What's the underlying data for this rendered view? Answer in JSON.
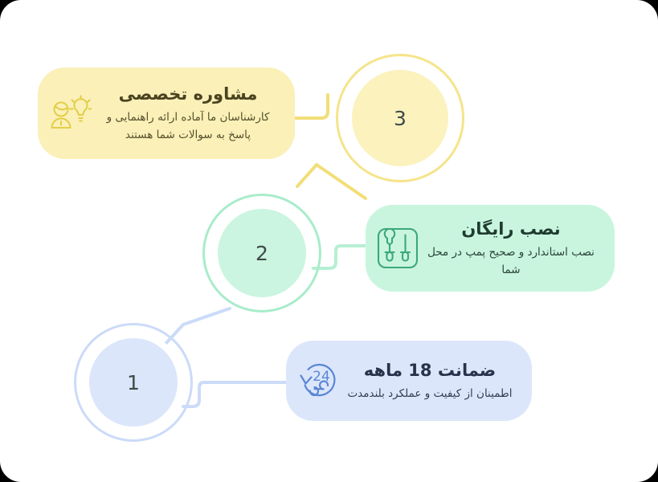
{
  "page": {
    "background": "#ffffff",
    "direction": "rtl",
    "language": "fa"
  },
  "steps": [
    {
      "number": "1",
      "node_name": "step-node-1",
      "accent": "#DBE6FB",
      "ring": "#CBDBF8"
    },
    {
      "number": "2",
      "node_name": "step-node-2",
      "accent": "#CBF5E0",
      "ring": "#A9ECCB"
    },
    {
      "number": "3",
      "node_name": "step-node-3",
      "accent": "#FBF2BE",
      "ring": "#F5E48A"
    }
  ],
  "cards": [
    {
      "id": "consult",
      "title": "مشاوره تخصصی",
      "description": "کارشناسان ما آماده ارائه راهنمایی و پاسخ به سوالات شما هستند",
      "icon": "person-lightbulb-icon",
      "background": "#FAF0B8",
      "icon_color": "#E3CE46",
      "step": "3"
    },
    {
      "id": "install",
      "title": "نصب رایگان",
      "description": "نصب استاندارد و صحیح پمپ در محل شما",
      "icon": "wrench-screwdriver-icon",
      "background": "#C9F5DF",
      "icon_color": "#3CA878",
      "step": "2"
    },
    {
      "id": "warranty",
      "title": "ضمانت 18 ماهه",
      "description": "اطمینان از کیفیت و عملکرد بلندمدت",
      "icon": "warranty-24-wrench-icon",
      "background": "#DCE6FB",
      "icon_color": "#5B86D6",
      "step": "1"
    }
  ],
  "connectors": [
    {
      "name": "connector-card-consult-to-node-3",
      "color": "#F2DE78"
    },
    {
      "name": "connector-node-3-to-node-2",
      "color": "#F2DE78"
    },
    {
      "name": "connector-node-2-to-card-install",
      "color": "#B6EFD3"
    },
    {
      "name": "connector-node-2-to-node-1",
      "color": "#CBDBF8"
    },
    {
      "name": "connector-node-1-to-card-warranty",
      "color": "#CBDBF8"
    }
  ]
}
